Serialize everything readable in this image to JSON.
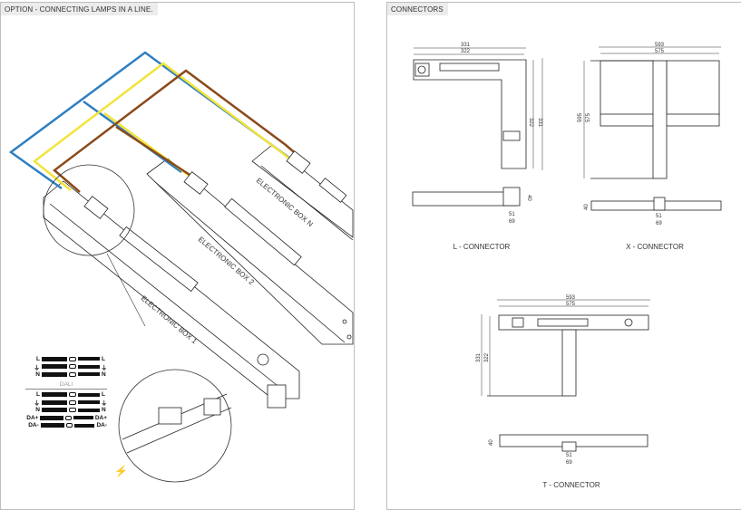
{
  "left_page": {
    "title": "OPTION - CONNECTING LAMPS IN A LINE.",
    "boxes": [
      "ELECTRONIC BOX 1",
      "ELECTRONIC BOX 2",
      "ELECTRONIC BOX N"
    ],
    "wiring_standard": {
      "left": [
        "L",
        "⏚",
        "N"
      ],
      "right": [
        "L",
        "⏚",
        "N"
      ]
    },
    "dali_label": "DALI",
    "wiring_dali": {
      "left": [
        "L",
        "⏚",
        "N",
        "DA+",
        "DA-"
      ],
      "right": [
        "L",
        "⏚",
        "N",
        "DA+",
        "DA-"
      ]
    },
    "wire_colors": {
      "blue": "#2f7fc1",
      "yellow": "#f2e43a",
      "brown": "#8b4a1a"
    }
  },
  "right_page": {
    "title": "CONNECTORS",
    "l_connector": {
      "label": "L - CONNECTOR",
      "dims": {
        "top_outer": "331",
        "top_inner": "322",
        "side_inner": "322",
        "side_outer": "331",
        "height": "40",
        "w_inner": "51",
        "w_outer": "69"
      }
    },
    "x_connector": {
      "label": "X - CONNECTOR",
      "dims": {
        "top_outer": "593",
        "top_inner": "575",
        "side_outer": "595",
        "side_inner": "575",
        "height": "40",
        "w_inner": "51",
        "w_outer": "69"
      }
    },
    "t_connector": {
      "label": "T - CONNECTOR",
      "dims": {
        "top_outer": "593",
        "top_inner": "575",
        "side_outer": "331",
        "side_inner": "322",
        "height": "40",
        "w_inner": "51",
        "w_outer": "69"
      }
    }
  }
}
